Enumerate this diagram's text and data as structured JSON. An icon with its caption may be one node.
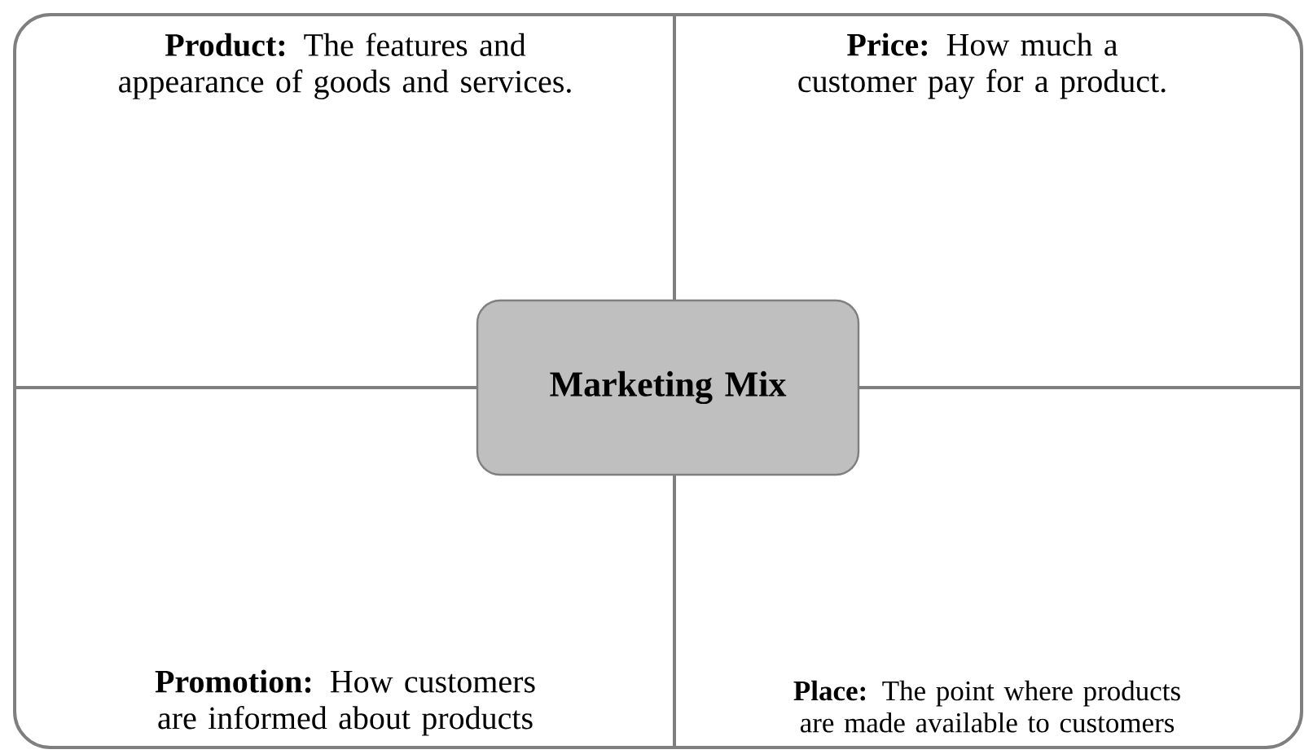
{
  "diagram": {
    "nodes": [
      {
        "text": [
          "**Product:** The features and appearance of goods and services."
        ]
      },
      {
        "text": [
          "**Price:** How much a customer pay for a product."
        ]
      },
      {
        "text": [
          "Marketing Mix"
        ]
      },
      {
        "text": [
          "**Promotion:** How customers are informed about products"
        ]
      },
      {
        "text": [
          "**Place:** The point where products are made available to customers"
        ]
      }
    ]
  }
}
